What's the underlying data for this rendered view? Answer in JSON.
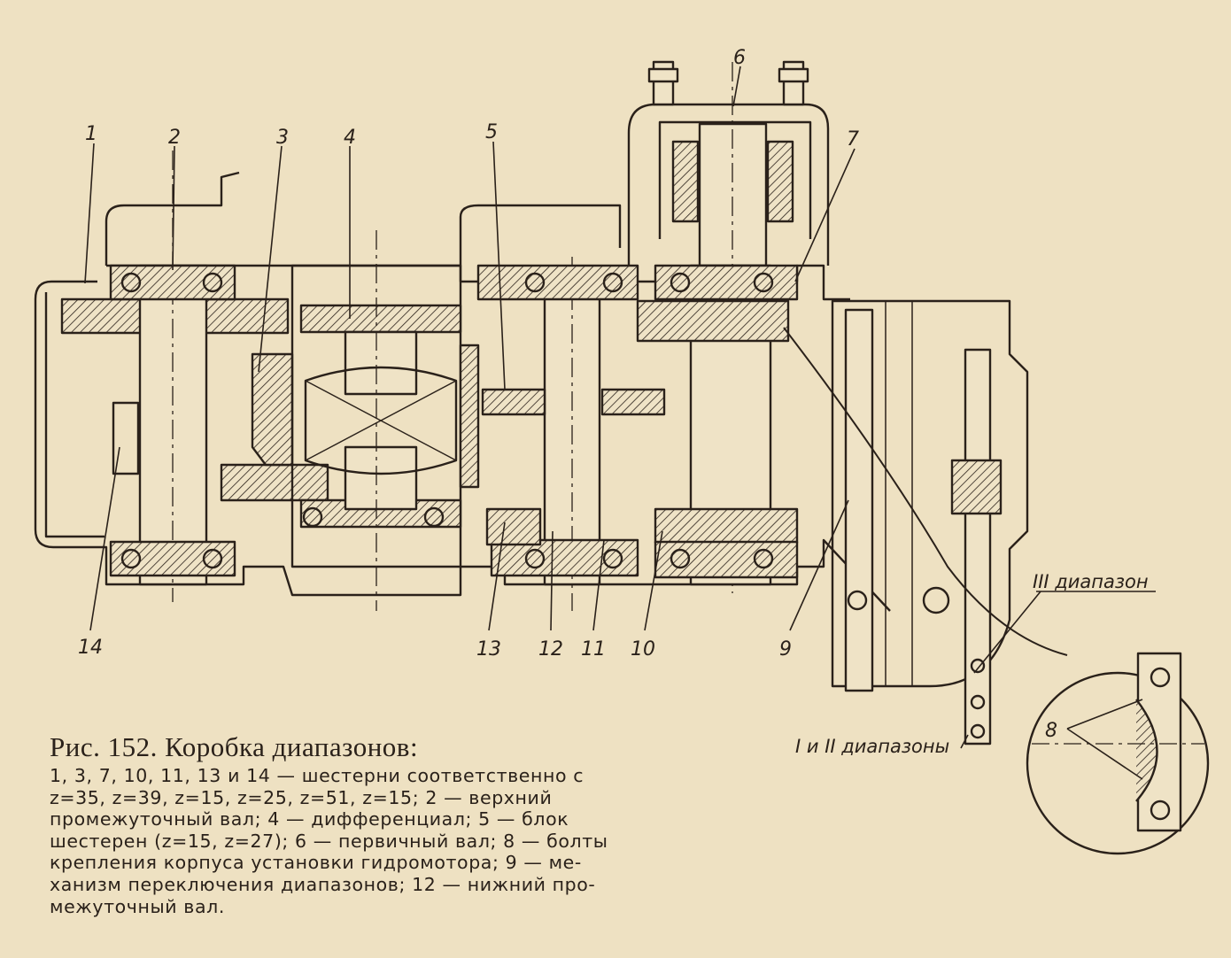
{
  "diagram": {
    "part_labels": [
      "1",
      "2",
      "3",
      "4",
      "5",
      "6",
      "7",
      "8",
      "9",
      "10",
      "11",
      "12",
      "13",
      "14"
    ],
    "range_labels": {
      "range_3": "III диапазон",
      "range_1_2": "I и II диапазоны"
    }
  },
  "caption": {
    "title": "Рис. 152. Коробка диапазонов:",
    "lines": [
      "1, 3, 7, 10, 11, 13 и 14 — шестерни соответственно с",
      "z=35, z=39, z=15, z=25, z=51, z=15; 2 — верхний",
      "промежуточный вал; 4 — дифференциал; 5 — блок",
      "шестерен (z=15, z=27); 6 — первичный вал; 8 — болты",
      "крепления корпуса установки гидромотора; 9 — ме-",
      "ханизм переключения диапазонов; 12 — нижний про-",
      "межуточный вал."
    ]
  }
}
